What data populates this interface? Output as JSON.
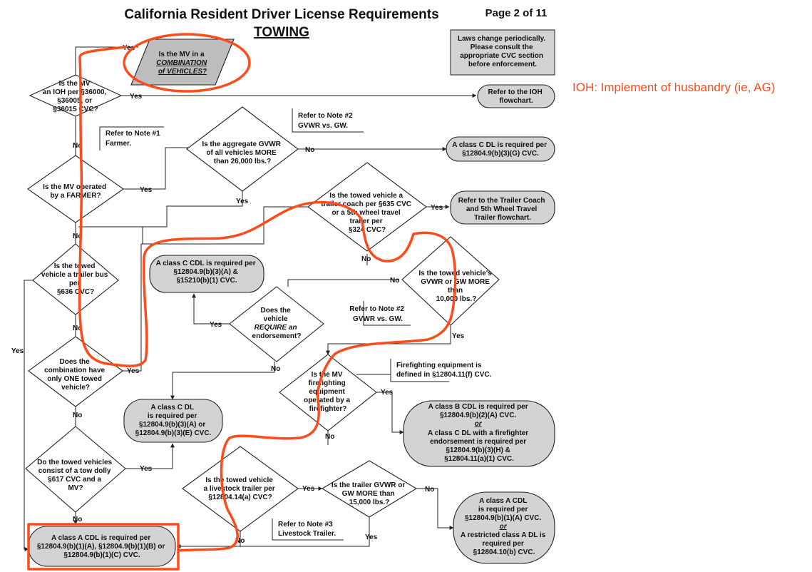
{
  "header": {
    "title": "California Resident Driver License Requirements",
    "subtitle": "TOWING",
    "page": "Page 2 of 11",
    "notice": [
      "Laws change periodically.",
      "Please consult the",
      "appropriate CVC section",
      "before enforcement."
    ]
  },
  "annotation": "IOH: Implement of husbandry (ie, AG)",
  "nodes": {
    "combination": [
      "Is the MV in a",
      "COMBINATION",
      "of VEHICLES?"
    ],
    "ioh": [
      "Is the MV",
      "an IOH per §36000,",
      "§36005, or",
      "§36015 CVC?"
    ],
    "ioh_flow": [
      "Refer to the IOH",
      "flowchart."
    ],
    "note1": [
      "Refer to Note #1",
      "Farmer."
    ],
    "farmer": [
      "Is the MV operated",
      "by a FARMER?"
    ],
    "note2a": [
      "Refer to Note #2",
      "GVWR vs. GW."
    ],
    "gvwr26k": [
      "Is the aggregate GVWR",
      "of all vehicles MORE",
      "than 26,000 lbs.?"
    ],
    "classC_g": [
      "A class C DL is required per",
      "§12804.9(b)(3)(G) CVC."
    ],
    "trailer_coach": [
      "Is the towed vehicle a",
      "trailer coach per §635 CVC",
      "or a 5th wheel travel",
      "trailer per",
      "§324 CVC?"
    ],
    "tc_flow": [
      "Refer to the Trailer Coach",
      "and 5th Wheel Travel",
      "Trailer flowchart."
    ],
    "trailer_bus": [
      "Is the towed",
      "vehicle a trailer bus",
      "per",
      "§636 CVC?"
    ],
    "cdl_c_a": [
      "A class C CDL is required per",
      "§12804.9(b)(3)(A) &",
      "§15210(b)(1) CVC."
    ],
    "gw10k": [
      "Is the towed vehicle's",
      "GVWR or GW MORE",
      "than",
      "10,000 lbs.?"
    ],
    "note2b": [
      "Refer to Note #2",
      "GVWR vs. GW."
    ],
    "endorse": [
      "Does the",
      "vehicle",
      "REQUIRE an",
      "endorsement?"
    ],
    "one_towed": [
      "Does the",
      "combination have",
      "only ONE towed",
      "vehicle?"
    ],
    "ff_def": [
      "Firefighting equipment is",
      "defined in §12804.11(f) CVC."
    ],
    "firefighter": [
      "Is the MV",
      "firefighting",
      "equipment",
      "operated by a",
      "firefighter?"
    ],
    "classC_ae": [
      "A class C DL",
      "is required per",
      "§12804.9(b)(3)(A) or",
      "§12804.9(b)(3)(E) CVC."
    ],
    "classB": [
      "A class B CDL is required per",
      "§12804.9(b)(2)(A) CVC.",
      "or",
      "A class C DL with a firefighter",
      "endorsement is required per",
      "§12804.9(b)(3)(H) &",
      "§12804.11(a)(1) CVC."
    ],
    "tow_dolly": [
      "Do the towed vehicles",
      "consist of a tow dolly",
      "§617 CVC and a",
      "MV?"
    ],
    "livestock": [
      "Is the towed vehicle",
      "a livestock trailer per",
      "§12804.14(a) CVC?"
    ],
    "gw15k": [
      "Is the trailer GVWR or",
      "GW MORE than",
      "15,000 lbs.?"
    ],
    "note3": [
      "Refer to Note #3",
      "Livestock Trailer."
    ],
    "classA_cdl": [
      "A class A CDL is required per",
      "§12804.9(b)(1)(A), §12804.9(b)(1)(B) or",
      "§12804.9(b)(1)(C) CVC."
    ],
    "classA_right": [
      "A class A CDL",
      "is required per",
      "§12804.9(b)(1)(A) CVC.",
      "or",
      "A restricted class A DL is",
      "required per",
      "§12804.10(b) CVC."
    ]
  },
  "labels": {
    "yes": "Yes",
    "no": "No"
  },
  "colors": {
    "highlight": "#ff4a1a",
    "terminal_fill": "#d3d3d3",
    "parallelogram_fill": "#bdbdbd"
  }
}
